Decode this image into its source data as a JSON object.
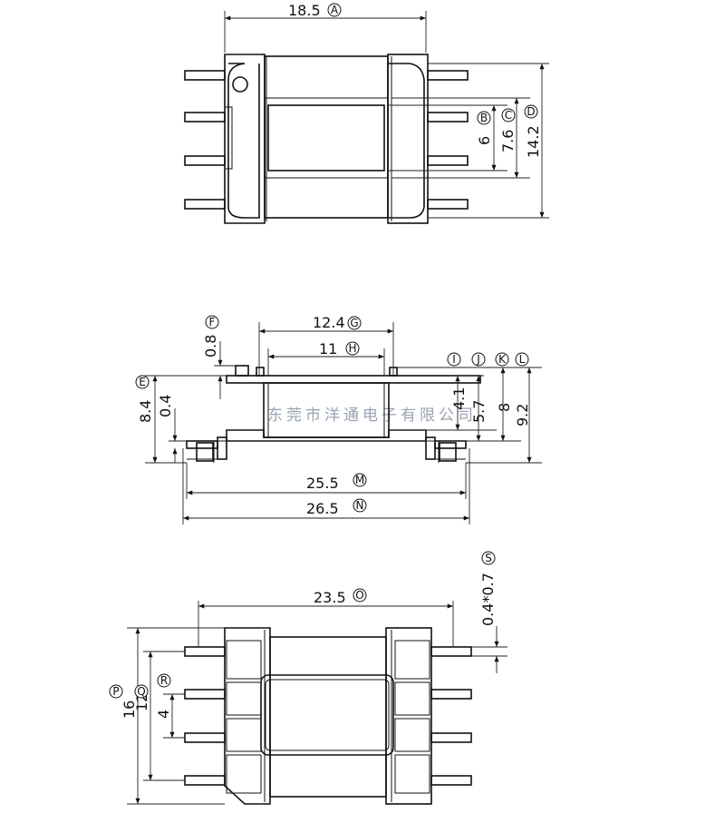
{
  "watermark": "东莞市洋通电子有限公司",
  "top_view": {
    "width_value": "18.5",
    "width_label": "A",
    "b_value": "6",
    "b_label": "B",
    "c_value": "7.6",
    "c_label": "C",
    "d_value": "14.2",
    "d_label": "D"
  },
  "side_view": {
    "e_label": "E",
    "e_value": "8.4",
    "f_label": "F",
    "f_value": "0.8",
    "g_value": "12.4",
    "g_label": "G",
    "h_value": "11",
    "h_label": "H",
    "i_label": "I",
    "j_label": "J",
    "k_label": "K",
    "l_label": "L",
    "small_value": "0.4",
    "i_value": "4.1",
    "j_value": "5.7",
    "k_value": "8",
    "l_value": "9.2",
    "m_value": "25.5",
    "m_label": "M",
    "n_value": "26.5",
    "n_label": "N"
  },
  "bottom_view": {
    "o_value": "23.5",
    "o_label": "O",
    "p_label": "P",
    "p_value": "16",
    "q_label": "Q",
    "q_value": "12",
    "r_label": "R",
    "r_value": "4",
    "s_label": "S",
    "s_value": "0.4*0.7"
  }
}
